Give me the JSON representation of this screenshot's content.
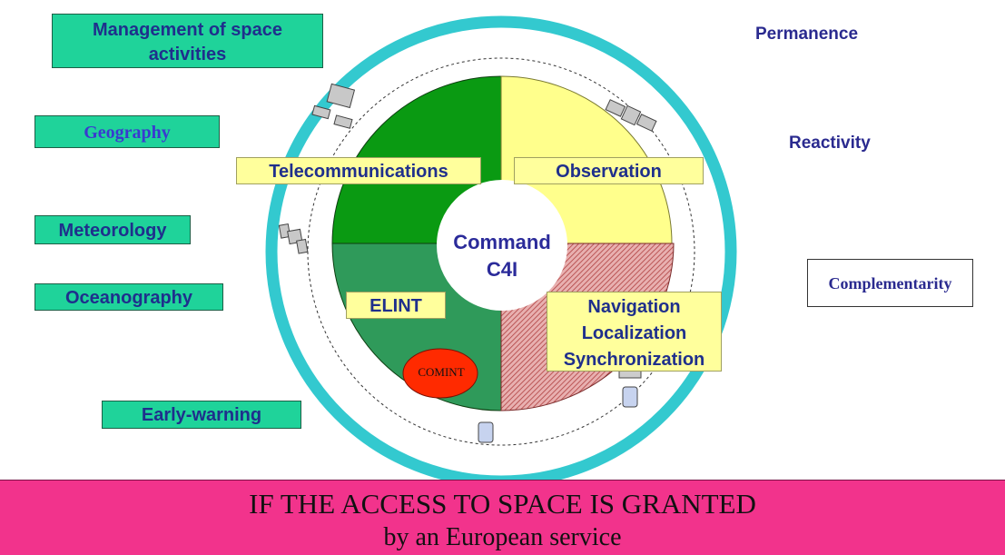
{
  "left_boxes": {
    "management": "Management of space activities",
    "geography": "Geography",
    "meteorology": "Meteorology",
    "oceanography": "Oceanography",
    "early_warning": "Early-warning"
  },
  "right_labels": {
    "permanence": "Permanence",
    "reactivity": "Reactivity",
    "complementarity": "Complementarity"
  },
  "segments": {
    "telecommunications": "Telecommunications",
    "observation": "Observation",
    "elint": "ELINT",
    "comint": "COMINT",
    "navigation": "Navigation",
    "localization": "Localization",
    "synchronization": "Synchronization"
  },
  "center": {
    "line1": "Command",
    "line2": "C4I"
  },
  "banner": {
    "line1": "IF THE ACCESS TO SPACE IS GRANTED",
    "line2": "by an European service"
  },
  "colors": {
    "ring": "#33c9cf",
    "telecom": "#0a9a12",
    "observation": "#ffff8c",
    "elint": "#2f9a5a",
    "navigation": "#d08a8a",
    "comint": "#ff2a00",
    "banner": "#f2338c"
  }
}
